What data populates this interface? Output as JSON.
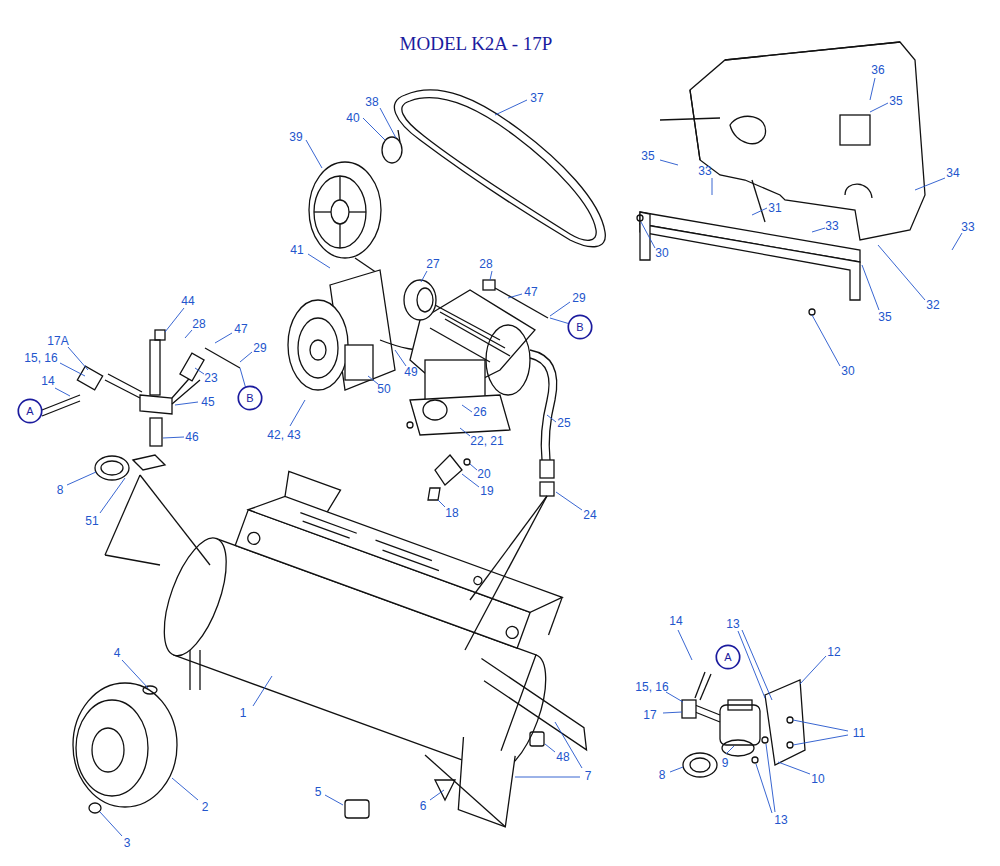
{
  "diagram": {
    "title": "MODEL K2A - 17P",
    "nodes": [
      {
        "text": [
          "A"
        ]
      },
      {
        "text": [
          "B"
        ]
      },
      {
        "text": [
          "B"
        ]
      },
      {
        "text": [
          "A"
        ]
      }
    ],
    "labels": [
      "36",
      "38",
      "37",
      "35",
      "40",
      "39",
      "34",
      "35",
      "33",
      "31",
      "33",
      "33",
      "30",
      "28",
      "27",
      "41",
      "47",
      "29",
      "32",
      "35",
      "44",
      "17A",
      "28",
      "47",
      "29",
      "15, 16",
      "30",
      "23",
      "14",
      "49",
      "50",
      "45",
      "42, 43",
      "26",
      "25",
      "46",
      "22, 21",
      "20",
      "8",
      "19",
      "51",
      "18",
      "24",
      "14",
      "13",
      "12",
      "4",
      "15, 16",
      "1",
      "17",
      "11",
      "9",
      "7",
      "48",
      "10",
      "2",
      "5",
      "8",
      "6",
      "13",
      "3"
    ]
  }
}
